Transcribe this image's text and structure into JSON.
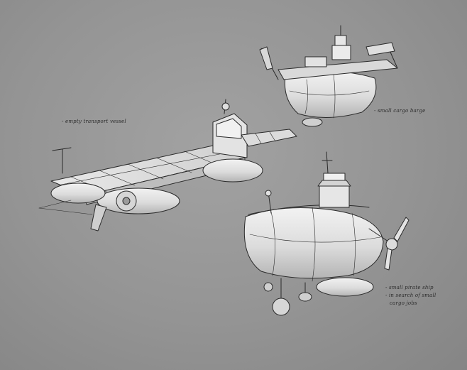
{
  "annotations": {
    "transport": "- empty transport vessel",
    "barge": "- small cargo barge",
    "pirate_line1": "- small pirate ship",
    "pirate_line2": "- in search of small",
    "pirate_line3": "cargo jobs"
  },
  "colors": {
    "background": "#969696",
    "hull_light": "#ececec",
    "hull_shade": "#b9b9b9",
    "ink": "#2a2a2a"
  }
}
